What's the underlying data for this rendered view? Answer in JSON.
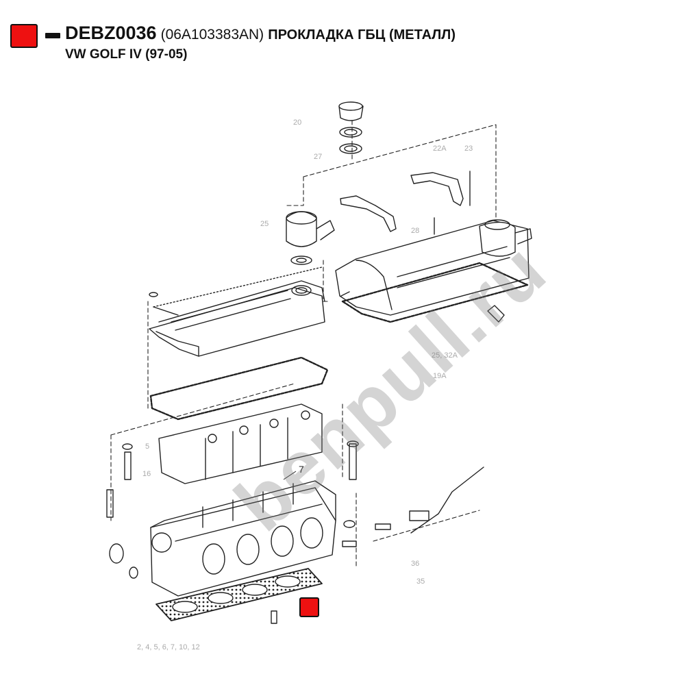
{
  "header": {
    "part_code": "DEBZ0036",
    "oem_code": "(06A103383AN)",
    "part_name": "ПРОКЛАДКА ГБЦ (МЕТАЛЛ)",
    "vehicle": "VW GOLF IV (97-05)"
  },
  "diagram": {
    "callouts": {
      "c20": "20",
      "c27": "27",
      "c22a": "22A",
      "c23": "23",
      "c25": "25",
      "c28": "28",
      "c25_32a": "25, 32A",
      "c19a": "19A",
      "c7": "7",
      "c5": "5",
      "c16": "16",
      "c36": "36",
      "c35": "35",
      "c2_10": "2, 4, 5, 6, 7, 10, 12"
    }
  },
  "watermark": "benpull.ru",
  "colors": {
    "accent_red": "#ee1111",
    "line": "#222222",
    "watermark": "#787878"
  }
}
